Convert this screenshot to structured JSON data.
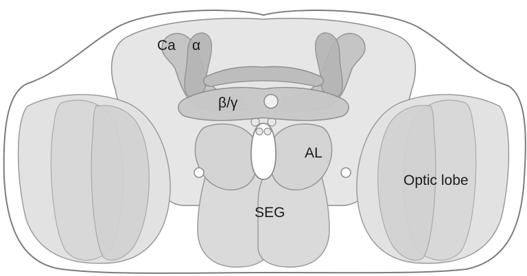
{
  "labels": {
    "calyx": "Ca",
    "alpha_lobe": "α",
    "beta_gamma_lobe": "β/γ",
    "antennal_lobe": "AL",
    "subesophageal_ganglion": "SEG",
    "optic_lobe": "Optic lobe"
  },
  "colors": {
    "background": "#ffffff",
    "outline": "#7a7a7a",
    "brain_fill": "#e6e6e6",
    "region_fill": "#d6d6d6",
    "mushroom_body_fill": "#bdbdbd",
    "text": "#1a1a1a"
  }
}
